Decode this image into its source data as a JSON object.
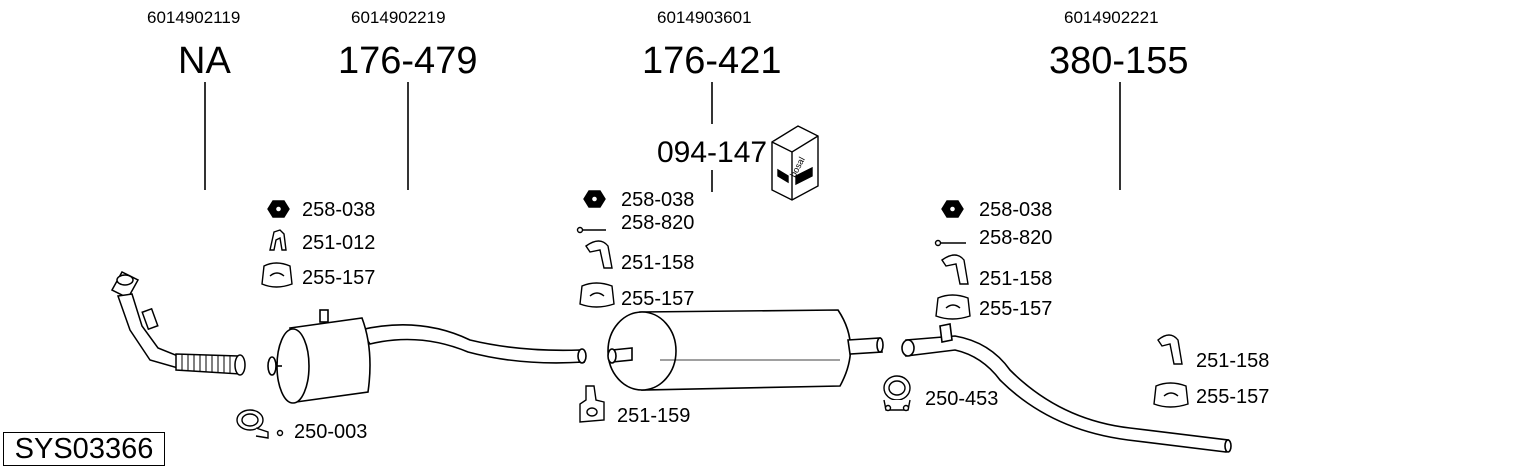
{
  "oem_numbers": [
    "6014902119",
    "6014902219",
    "6014903601",
    "6014902221"
  ],
  "part_numbers": [
    "NA",
    "176-479",
    "176-421",
    "380-155"
  ],
  "accessory_kit": "094-147",
  "kit_box_text": "bosal",
  "labels": {
    "g1_nut": "258-038",
    "g1_bracket": "251-012",
    "g1_rubber": "255-157",
    "g1_clamp": "250-003",
    "g2_nut": "258-038",
    "g2_bolt": "258-820",
    "g2_bracket": "251-158",
    "g2_rubber": "255-157",
    "g2_mount": "251-159",
    "g3_nut": "258-038",
    "g3_bolt": "258-820",
    "g3_bracket": "251-158",
    "g3_rubber": "255-157",
    "g3_clamp": "250-453",
    "g4_bracket": "251-158",
    "g4_rubber": "255-157"
  },
  "system_code": "SYS03366"
}
